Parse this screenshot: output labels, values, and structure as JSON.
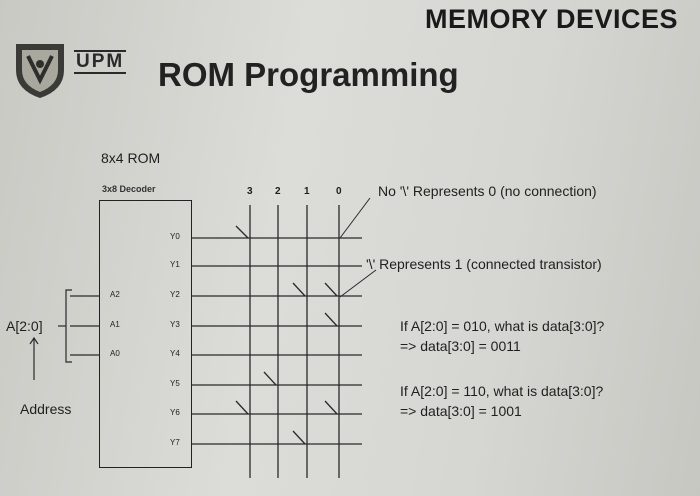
{
  "header": {
    "title": "MEMORY DEVICES"
  },
  "logo": {
    "text": "UPM"
  },
  "slide": {
    "title": "ROM Programming"
  },
  "diagram": {
    "rom_label": "8x4 ROM",
    "decoder_label": "3x8 Decoder",
    "column_labels": [
      "3",
      "2",
      "1",
      "0"
    ],
    "inputs": [
      "A2",
      "A1",
      "A0"
    ],
    "outputs": [
      "Y0",
      "Y1",
      "Y2",
      "Y3",
      "Y4",
      "Y5",
      "Y6",
      "Y7"
    ],
    "bus_label": "A[2:0]",
    "address_label": "Address"
  },
  "notes": {
    "no_connection": "No '\\' Represents 0 (no connection)",
    "connected": "'\\' Represents 1 (connected transistor)",
    "q1": "If A[2:0] = 010, what is data[3:0]?",
    "a1": "=> data[3:0] = 0011",
    "q2": "If A[2:0] = 110, what is data[3:0]?",
    "a2": "=> data[3:0] = 1001"
  }
}
